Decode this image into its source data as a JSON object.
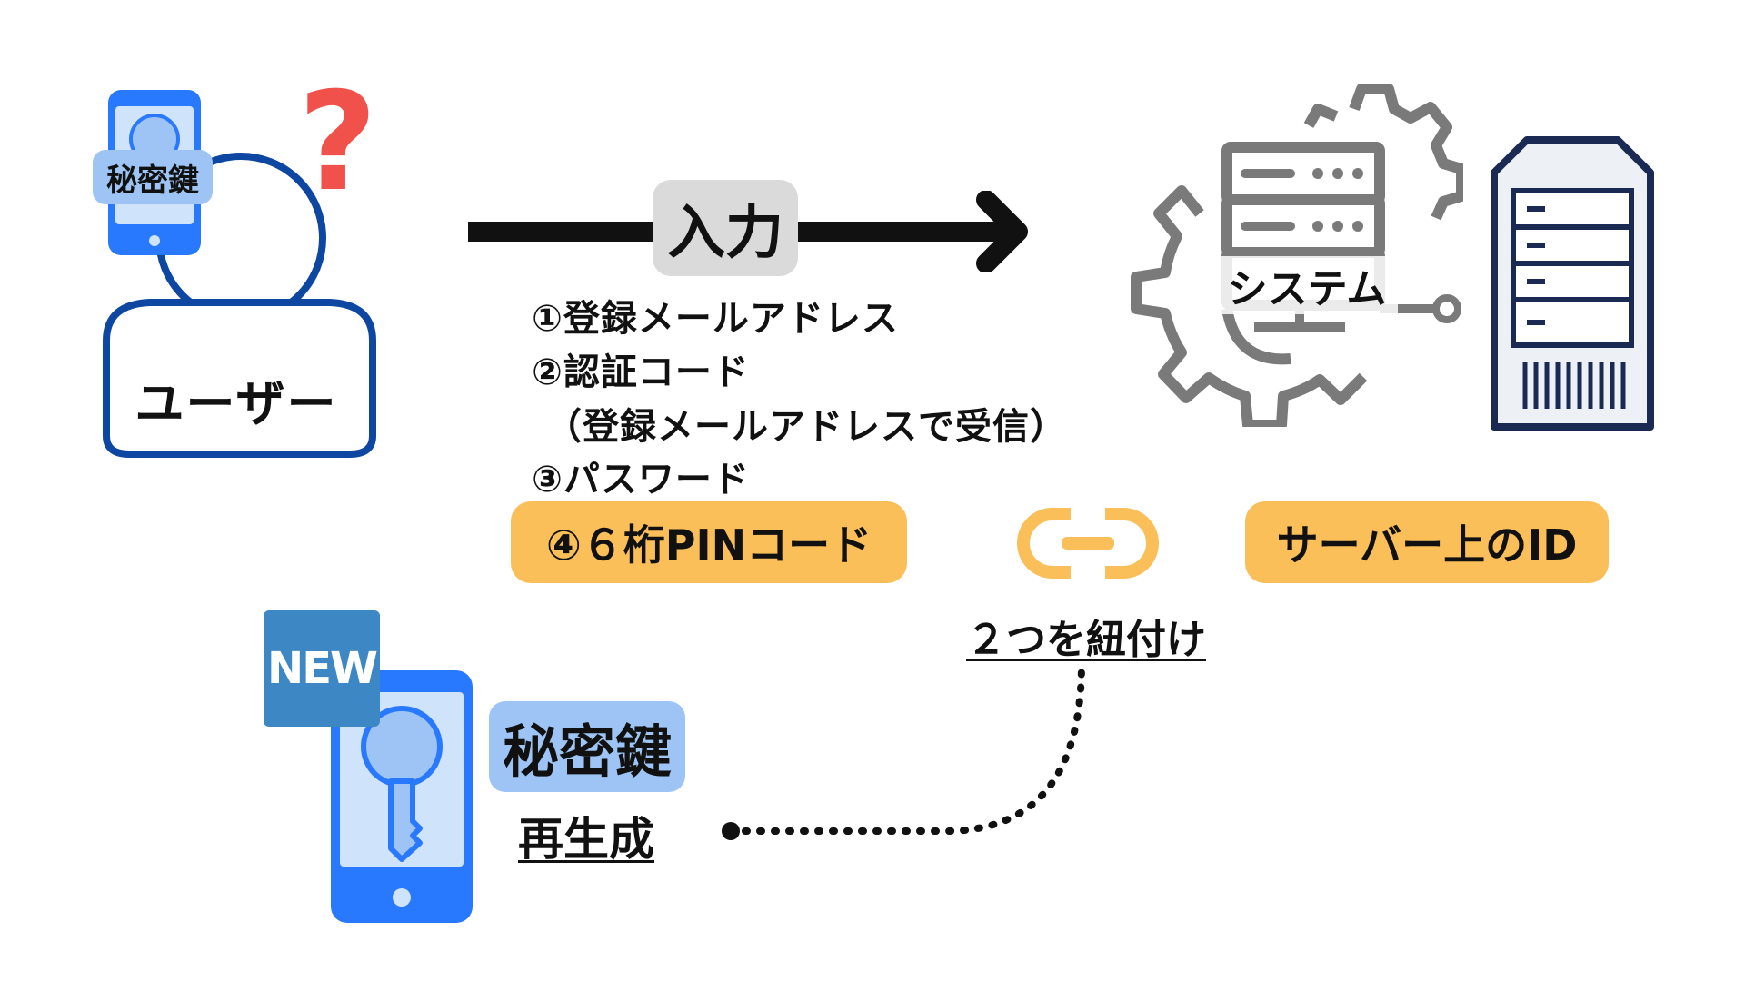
{
  "user": {
    "label": "ユーザー",
    "phone_key_label": "秘密鍵",
    "question_mark": "?"
  },
  "arrow": {
    "label": "入力"
  },
  "steps": [
    "①登録メールアドレス",
    "②認証コード",
    "（登録メールアドレスで受信）",
    "③パスワード"
  ],
  "pin_badge": "④６桁PINコード",
  "server_id_badge": "サーバー上のID",
  "system": {
    "label": "システム"
  },
  "link_caption": "２つを紐付け",
  "new_device": {
    "new_badge": "NEW",
    "key_label": "秘密鍵",
    "regen_label": "再生成"
  },
  "colors": {
    "accent_orange": "#FBBF5A",
    "key_blue": "#9DC4F5",
    "phone_blue": "#2979FF",
    "user_outline": "#0D47A1",
    "new_badge_bg": "#3D88C4",
    "gear_gray": "#7A7A7A",
    "server_navy": "#1B2A52"
  }
}
